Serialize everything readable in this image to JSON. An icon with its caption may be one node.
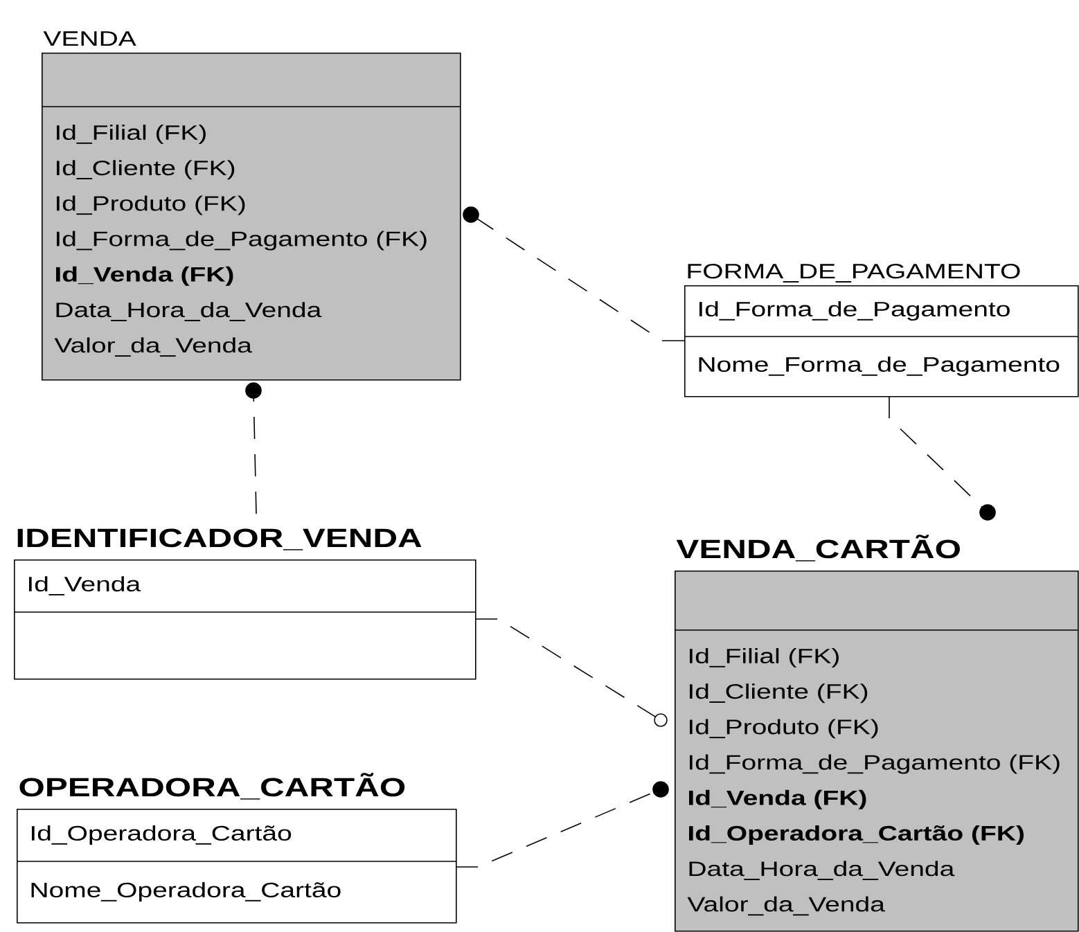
{
  "diagram": {
    "nodes": [
      {
        "text": [
          "VENDA",
          "Id_Filial (FK)",
          "Id_Cliente (FK)",
          "Id_Produto (FK)",
          "Id_Forma_de_Pagamento (FK)",
          "**Id_Venda (FK)**",
          "Data_Hora_da_Venda",
          "Valor_da_Venda"
        ]
      },
      {
        "text": [
          "FORMA_DE_PAGAMENTO",
          "Id_Forma_de_Pagamento",
          "Nome_Forma_de_Pagamento"
        ]
      },
      {
        "text": [
          "IDENTIFICADOR_VENDA",
          "Id_Venda"
        ]
      },
      {
        "text": [
          "VENDA_CARTÃO",
          "Id_Filial (FK)",
          "Id_Cliente (FK)",
          "Id_Produto (FK)",
          "Id_Forma_de_Pagamento (FK)",
          "**Id_Venda (FK)**",
          "**Id_Operadora_Cartão (FK)**",
          "Data_Hora_da_Venda",
          "Valor_da_Venda"
        ]
      },
      {
        "text": [
          "OPERADORA_CARTÃO",
          "Id_Operadora_Cartão",
          "Nome_Operadora_Cartão"
        ]
      }
    ],
    "edges": [
      {
        "from": 1,
        "to": 0,
        "arrow": "other",
        "style": "dashed"
      },
      {
        "from": 2,
        "to": 0,
        "arrow": "other",
        "style": "dashed"
      },
      {
        "from": 1,
        "to": 3,
        "arrow": "other",
        "style": "dashed"
      },
      {
        "from": 2,
        "to": 3,
        "arrow": "other",
        "style": "dashed"
      },
      {
        "from": 4,
        "to": 3,
        "arrow": "other",
        "style": "dashed"
      }
    ]
  }
}
